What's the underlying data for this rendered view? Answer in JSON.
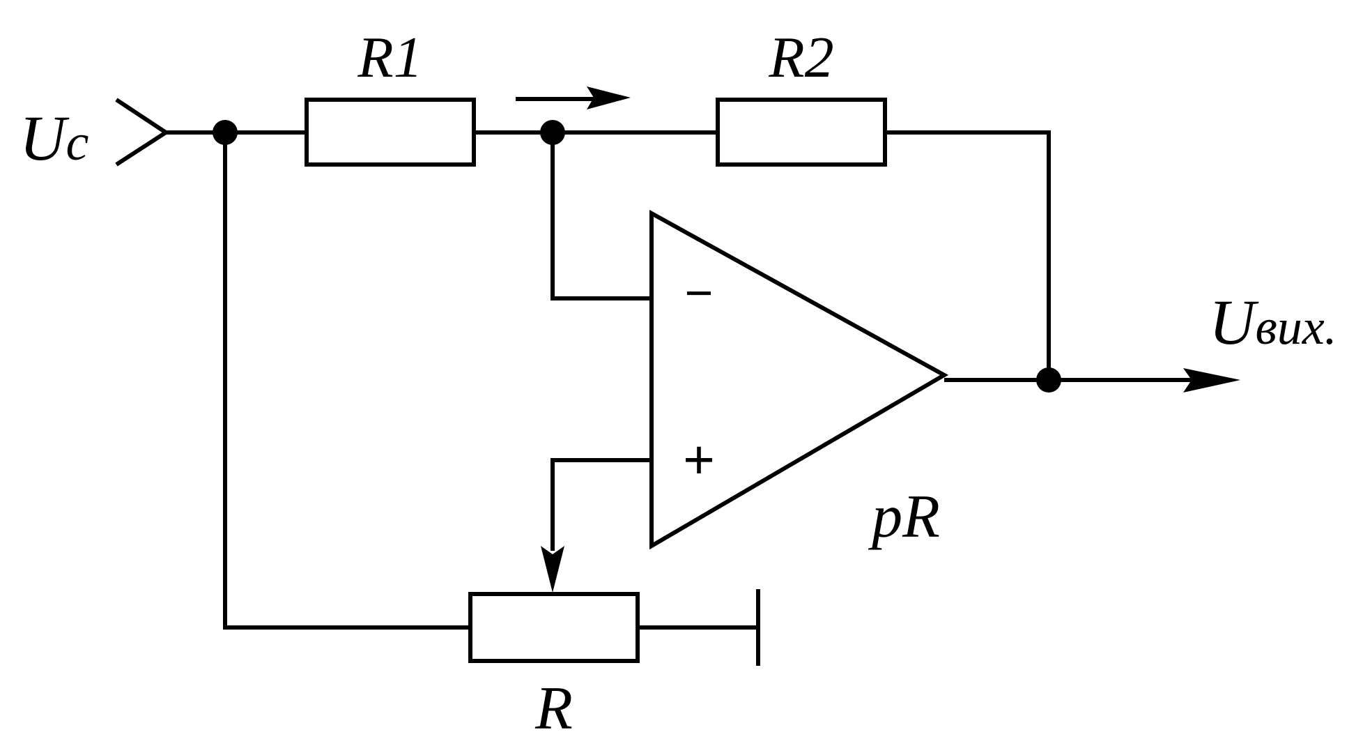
{
  "labels": {
    "input_voltage": "U",
    "input_voltage_sub": "c",
    "output_voltage": "U",
    "output_voltage_sub": "вих.",
    "resistor_1": "R1",
    "resistor_2": "R2",
    "potentiometer": "R",
    "potentiometer_fraction": "pR"
  },
  "opamp": {
    "inverting_sign": "−",
    "noninverting_sign": "+"
  },
  "colors": {
    "line": "#000000",
    "background": "#ffffff"
  }
}
